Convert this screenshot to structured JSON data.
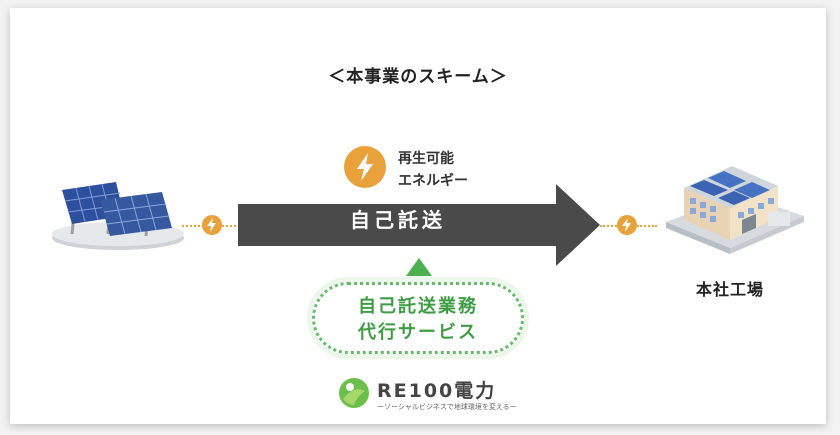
{
  "title": "＜本事業のスキーム＞",
  "energy_label": {
    "line1": "再生可能",
    "line2": "エネルギー"
  },
  "arrow_label": "自己託送",
  "service_box": {
    "line1": "自己託送業務",
    "line2": "代行サービス"
  },
  "factory_label": "本社工場",
  "logo": {
    "name": "RE100電力",
    "tagline": "ーソーシャルビジネスで地球環境を変えるー"
  },
  "icons": {
    "energy": "lightning-bolt-icon",
    "solar": "solar-panel-icon",
    "factory": "factory-building-icon",
    "logo": "re100-leaf-logo-icon"
  },
  "colors": {
    "accent_orange": "#e9a23b",
    "arrow_gray": "#4a4a4a",
    "green": "#4caf50"
  }
}
